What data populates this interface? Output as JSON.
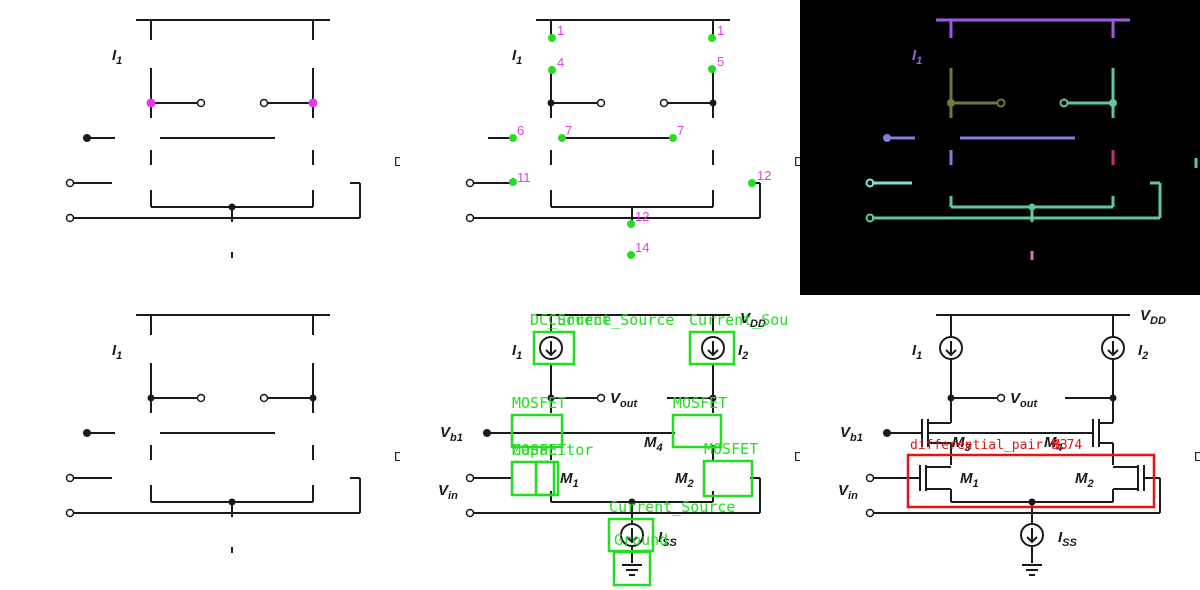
{
  "labels": {
    "I1": "I",
    "I1_sub": "1",
    "I2": "I",
    "I2_sub": "2",
    "VDD": "V",
    "VDD_sub": "DD",
    "Vout": "V",
    "Vout_sub": "out",
    "Vb1": "V",
    "Vb1_sub": "b1",
    "Vin": "V",
    "Vin_sub": "in",
    "M1": "M",
    "M1_sub": "1",
    "M2": "M",
    "M2_sub": "2",
    "M3": "M",
    "M3_sub": "3",
    "M4": "M",
    "M4_sub": "4",
    "ISS": "I",
    "ISS_sub": "SS",
    "partial_char": "D"
  },
  "node_numbers": {
    "n1a": "1",
    "n1b": "1",
    "n4": "4",
    "n5": "5",
    "n6": "6",
    "n7a": "7",
    "n7b": "7",
    "n11": "11",
    "n12a": "12",
    "n12b": "12",
    "n14": "14"
  },
  "detections": {
    "cs_left_a": "DC_Source",
    "cs_left_b": "Current_Source",
    "cs_right": "Current_Sou",
    "mos_tl": "MOSFET",
    "mos_tr": "MOSFET",
    "mos_bl_a": "MOSFET",
    "mos_bl_b": "Capacitor",
    "mos_br": "MOSFET",
    "cs_tail": "Current_Source",
    "ground": "Ground"
  },
  "groups": {
    "diff_pair": "differential_pair 0.74",
    "overlap_tag": "M3"
  },
  "colors": {
    "wire": "#1a1a1a",
    "node_magenta": "#e23ce8",
    "keypoint_green": "#22dd22",
    "detection_green": "#22dd22",
    "group_red": "#e01515",
    "seg_purple": "#a259e0",
    "seg_olive": "#6f7a3a",
    "seg_teal": "#5fc99a",
    "seg_blue": "#7b7fe0",
    "seg_crimson": "#c2307a",
    "seg_cyan": "#7fe0d0",
    "seg_pink": "#e070c0"
  }
}
